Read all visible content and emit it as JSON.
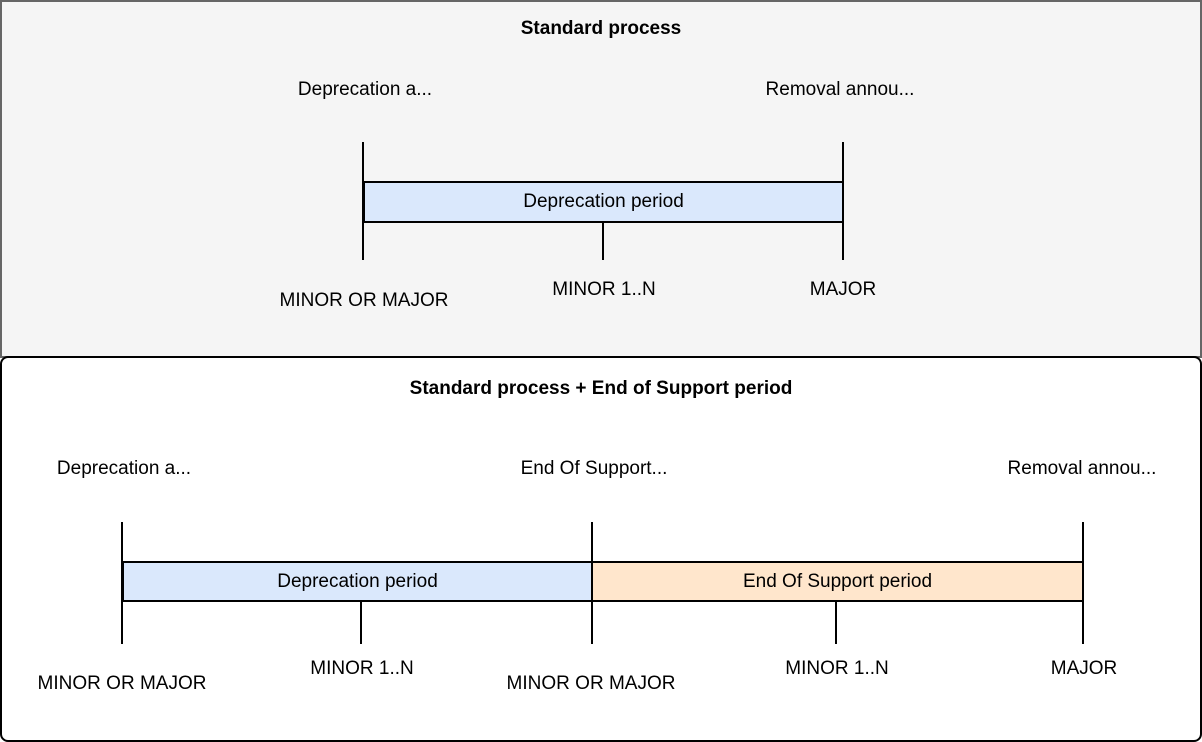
{
  "diagram": {
    "colors": {
      "deprecation_period_fill": "#dae8fc",
      "end_of_support_period_fill": "#ffe6cc",
      "top_panel_background": "#f5f5f5",
      "top_panel_border": "#666666",
      "bottom_panel_background": "#ffffff",
      "bottom_panel_border": "#000000",
      "line": "#000000"
    },
    "panels": [
      {
        "title": "Standard process",
        "annotations": [
          "Deprecation a...",
          "Removal annou..."
        ],
        "bars": [
          {
            "label": "Deprecation period",
            "fill": "#dae8fc"
          }
        ],
        "milestones": [
          "MINOR OR MAJOR",
          "MINOR 1..N",
          "MAJOR"
        ]
      },
      {
        "title": "Standard process + End of Support period",
        "annotations": [
          "Deprecation a...",
          "End Of Support...",
          "Removal annou..."
        ],
        "bars": [
          {
            "label": "Deprecation period",
            "fill": "#dae8fc"
          },
          {
            "label": "End Of Support period",
            "fill": "#ffe6cc"
          }
        ],
        "milestones": [
          "MINOR OR MAJOR",
          "MINOR 1..N",
          "MINOR OR MAJOR",
          "MINOR 1..N",
          "MAJOR"
        ]
      }
    ]
  }
}
